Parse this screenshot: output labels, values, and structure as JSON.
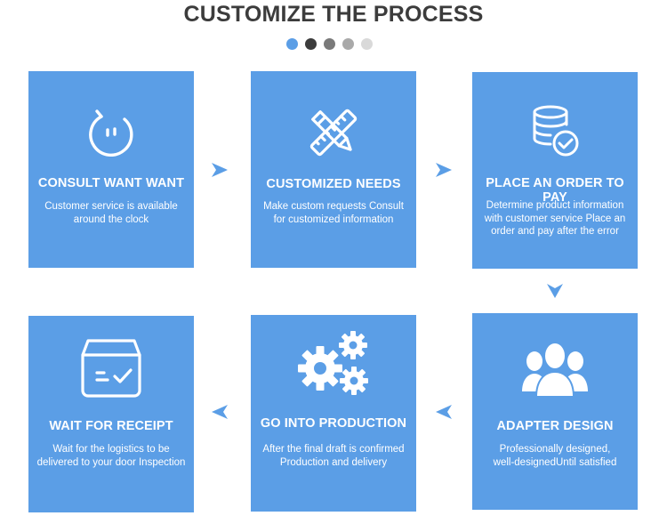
{
  "title": "CUSTOMIZE THE PROCESS",
  "dot_colors": [
    "#5b9ee6",
    "#3c3c3c",
    "#7a7a7a",
    "#a9a9a9",
    "#d9d9d9"
  ],
  "colors": {
    "card": "#5b9ee6",
    "arrow": "#5b9ee6",
    "text": "#ffffff"
  },
  "steps": [
    {
      "icon": "headset-icon",
      "title": "CONSULT WANT WANT",
      "desc": [
        "Customer service is available",
        "around the clock"
      ]
    },
    {
      "icon": "pencil-ruler-icon",
      "title": "CUSTOMIZED NEEDS",
      "desc": [
        "Make custom requests Consult",
        "for customized information"
      ]
    },
    {
      "icon": "database-check-icon",
      "title": "PLACE AN ORDER TO PAY",
      "desc": [
        "Determine product information",
        "with customer service Place an",
        "order and pay after the error"
      ]
    },
    {
      "icon": "users-icon",
      "title": "ADAPTER DESIGN",
      "desc": [
        "Professionally designed,",
        "well-designedUntil satisfied"
      ]
    },
    {
      "icon": "gears-icon",
      "title": "GO INTO PRODUCTION",
      "desc": [
        "After the final draft is confirmed",
        "Production and delivery"
      ]
    },
    {
      "icon": "box-check-icon",
      "title": "WAIT FOR RECEIPT",
      "desc": [
        "Wait for the logistics to be",
        "delivered to your door Inspection"
      ]
    }
  ]
}
